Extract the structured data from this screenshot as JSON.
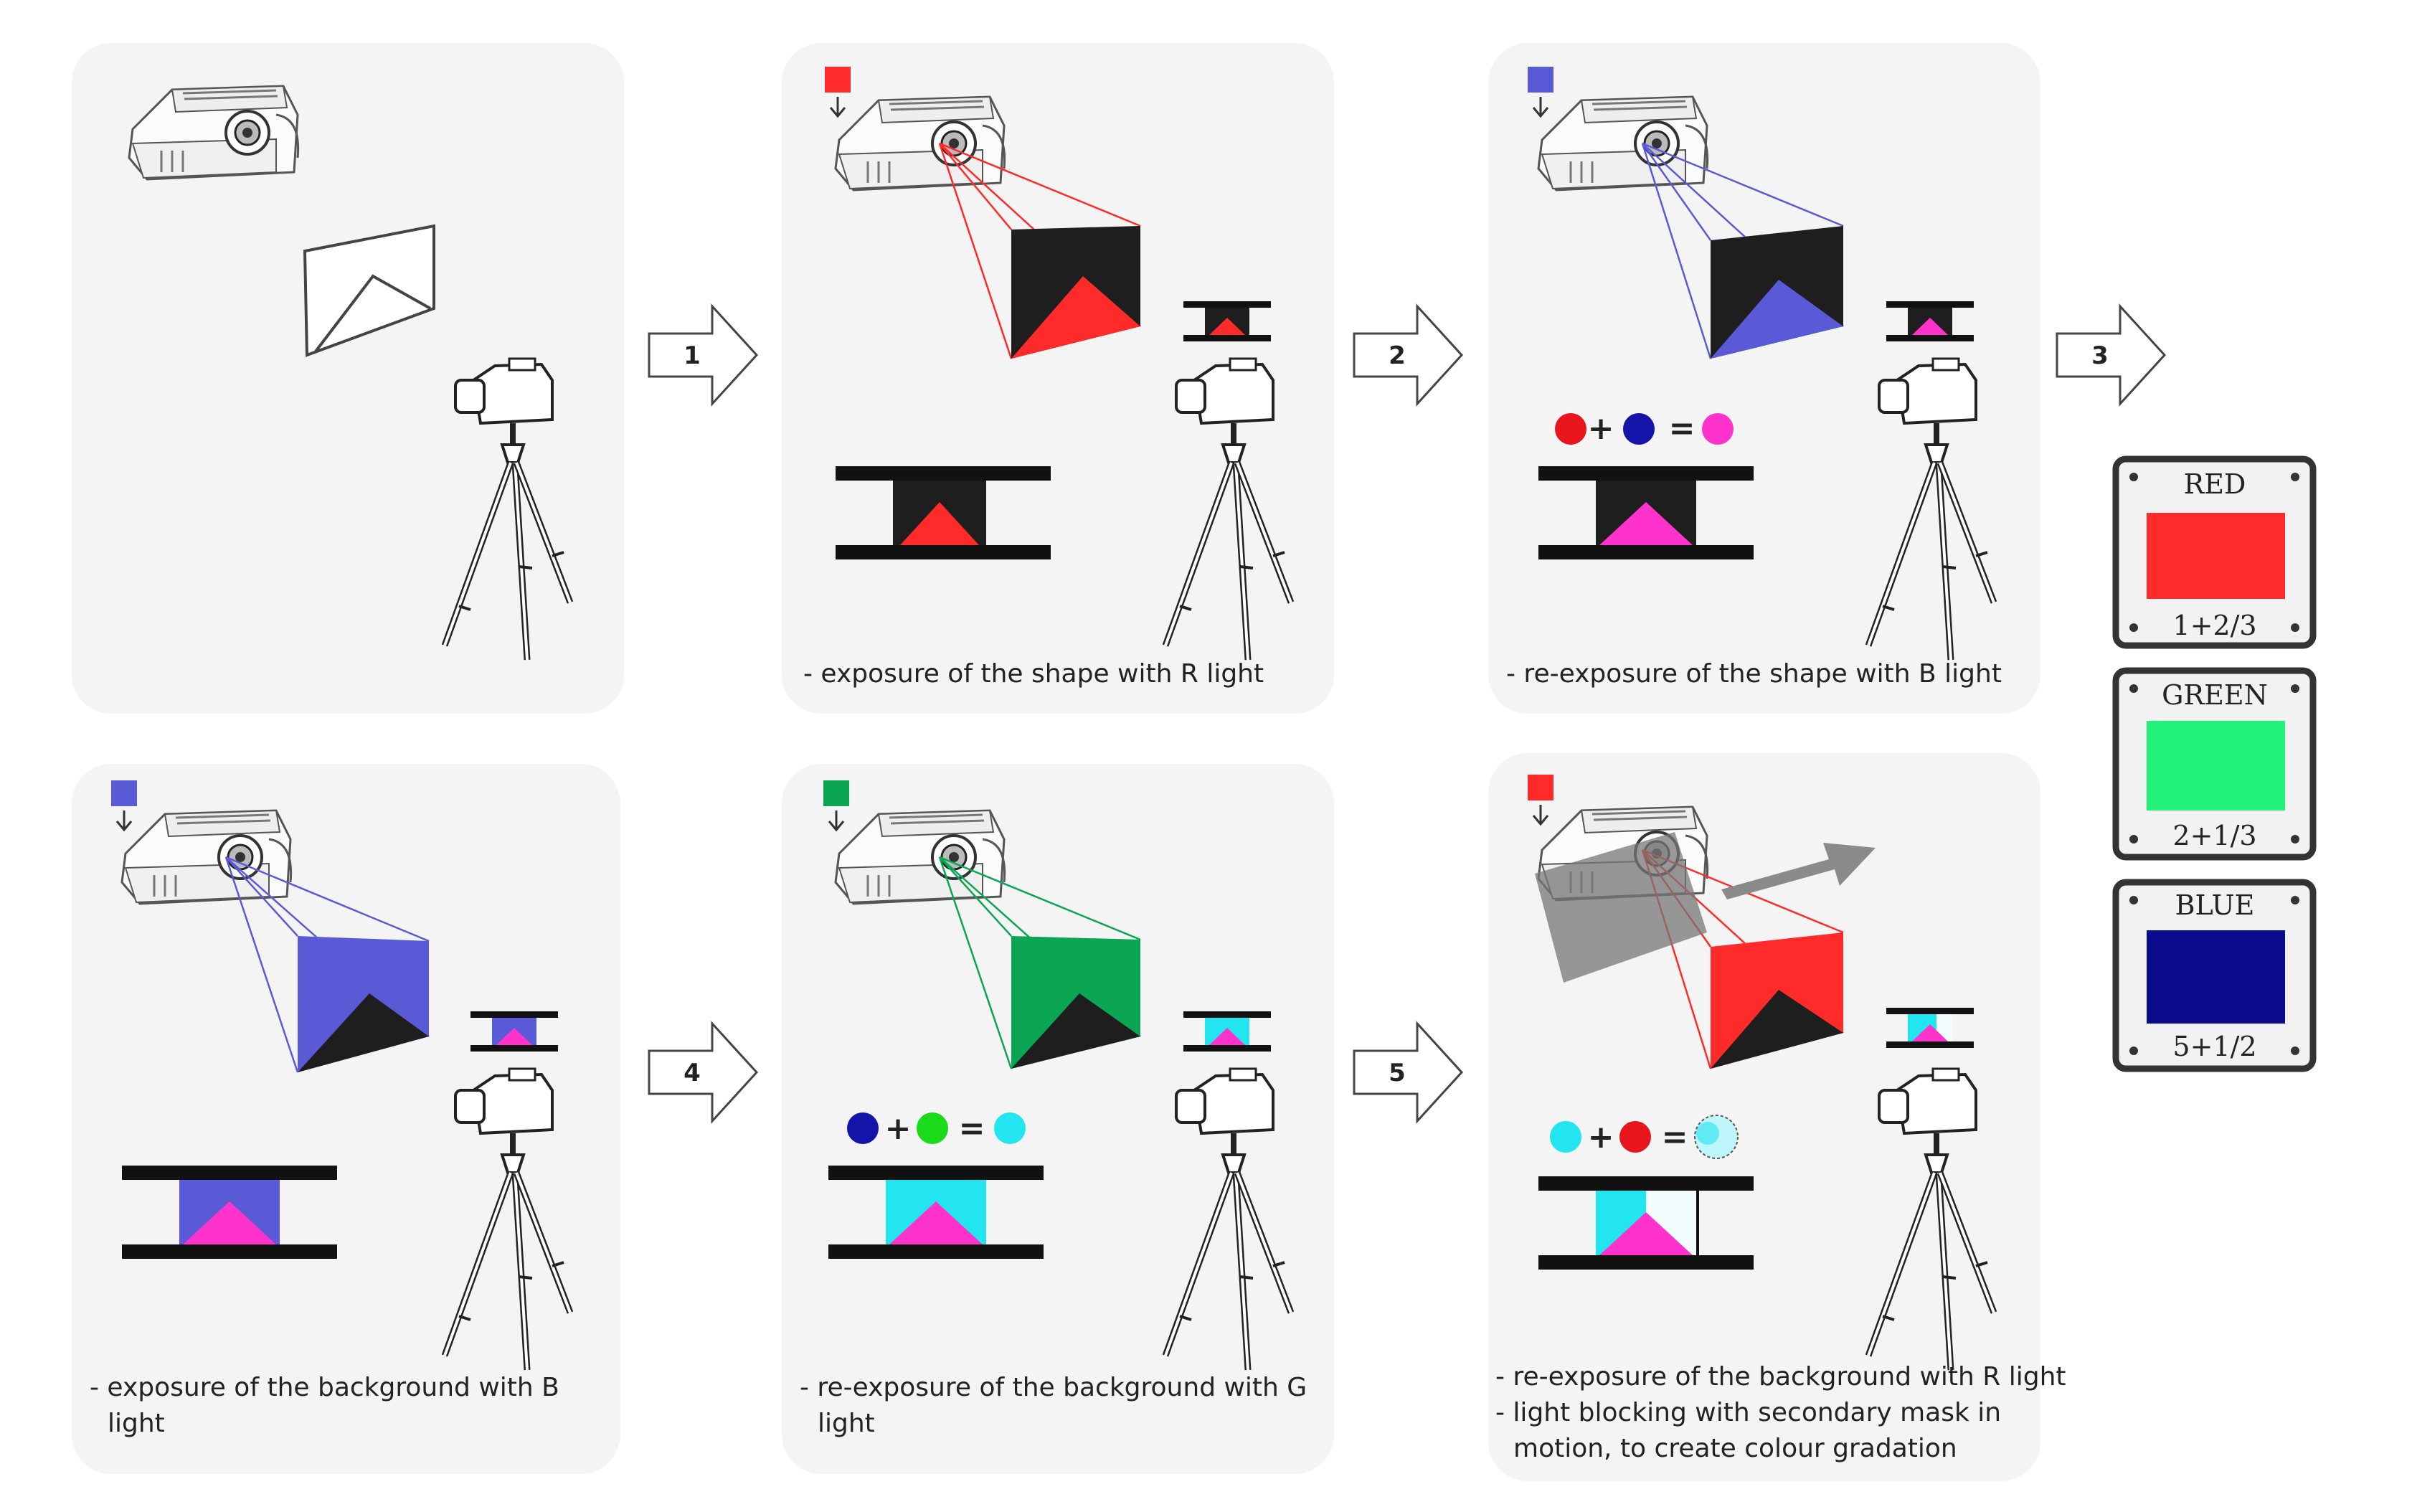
{
  "steps": [
    "1",
    "2",
    "3",
    "4",
    "5"
  ],
  "captions": {
    "panel2": "- exposure of the shape with R light",
    "panel3": "- re-exposure of the shape with B light",
    "panel4": [
      "- exposure of the background with B",
      "light"
    ],
    "panel5": [
      "- re-exposure of the background with G",
      "light"
    ],
    "panel6": [
      "- re-exposure of the background with R light",
      "- light blocking with secondary mask in",
      "motion, to create colour gradation"
    ]
  },
  "slides": [
    {
      "label": "RED",
      "exposure": "1+2/3",
      "color": "#ff2a2a"
    },
    {
      "label": "GREEN",
      "exposure": "2+1/3",
      "color": "#22f27a"
    },
    {
      "label": "BLUE",
      "exposure": "5+1/2",
      "color": "#0a0a8c"
    }
  ],
  "colors": {
    "red": "#ff2a2a",
    "blue": "#5a5ad6",
    "green": "#0aa653",
    "magenta": "#ff33cc",
    "cyan": "#22e5f0",
    "dark_blue": "#1414a8",
    "bright_green": "#1adb1a",
    "panel_bg": "#f4f4f4"
  },
  "icons": [
    "slide-projector-icon",
    "camera-tripod-icon",
    "filter-square-icon",
    "step-arrow-icon",
    "film-strip-icon",
    "color-mixing-equation",
    "rgb-venn-icon",
    "motion-arrow-icon"
  ]
}
